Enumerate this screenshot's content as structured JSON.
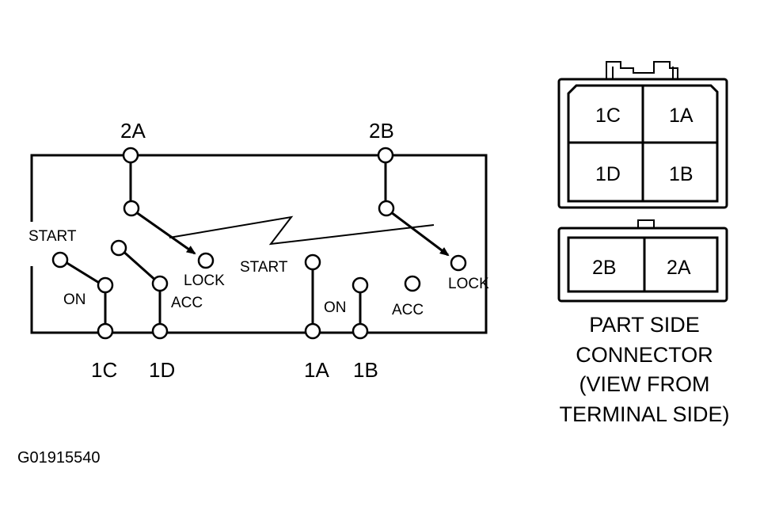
{
  "schematic": {
    "terminals_top": [
      "2A",
      "2B"
    ],
    "terminals_bottom": [
      "1C",
      "1D",
      "1A",
      "1B"
    ],
    "positions": {
      "start_left": "START",
      "on_left": "ON",
      "acc_left": "ACC",
      "lock_left": "LOCK",
      "start_right": "START",
      "on_right": "ON",
      "acc_right": "ACC",
      "lock_right": "LOCK"
    }
  },
  "connector_upper": {
    "cells": [
      "1C",
      "1A",
      "1D",
      "1B"
    ]
  },
  "connector_lower": {
    "cells": [
      "2B",
      "2A"
    ]
  },
  "caption": {
    "lines": [
      "PART SIDE",
      "CONNECTOR",
      "(VIEW FROM",
      "TERMINAL SIDE)"
    ]
  },
  "figure_code": "G01915540"
}
